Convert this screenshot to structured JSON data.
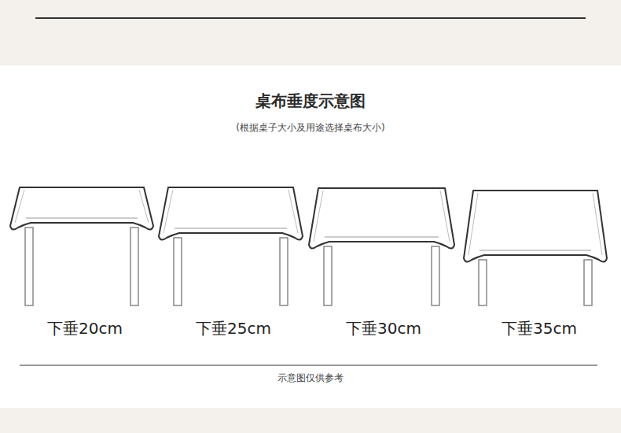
{
  "diagram": {
    "title": "桌布垂度示意图",
    "caption": "示意图仅供参考",
    "labels": [
      "(根据桌子大小及用途选择桌布大小)",
      "下垂20cm",
      "下垂25cm",
      "下垂30cm",
      "下垂35cm"
    ]
  }
}
